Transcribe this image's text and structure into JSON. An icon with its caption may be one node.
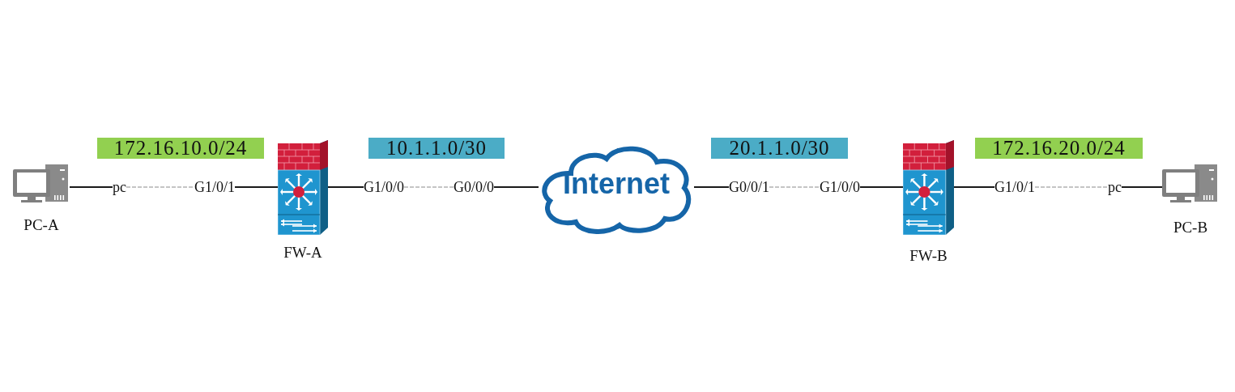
{
  "diagram": {
    "nodes": [
      {
        "text": [
          "172.16.10.0/24"
        ]
      },
      {
        "text": [
          "10.1.1.0/30"
        ]
      },
      {
        "text": [
          "20.1.1.0/30"
        ]
      },
      {
        "text": [
          "172.16.20.0/24"
        ]
      },
      {
        "text": [
          "PC-A"
        ]
      },
      {
        "text": [
          "pc"
        ]
      },
      {
        "text": [
          "G1/0/1"
        ]
      },
      {
        "text": [
          "FW-A"
        ]
      },
      {
        "text": [
          "G1/0/0"
        ]
      },
      {
        "text": [
          "G0/0/0"
        ]
      },
      {
        "text": [
          "Internet"
        ]
      },
      {
        "text": [
          "G0/0/1"
        ]
      },
      {
        "text": [
          "G1/0/0"
        ]
      },
      {
        "text": [
          "FW-B"
        ]
      },
      {
        "text": [
          "G1/0/1"
        ]
      },
      {
        "text": [
          "pc"
        ]
      },
      {
        "text": [
          "PC-B"
        ]
      }
    ],
    "edges": [
      {
        "from": 4,
        "to": 5,
        "arrow": "none"
      },
      {
        "from": 5,
        "to": 6,
        "arrow": "none",
        "style": "dashed",
        "color": "#8c8c8c"
      },
      {
        "from": 6,
        "to": 7,
        "arrow": "none"
      },
      {
        "from": 7,
        "to": 8,
        "arrow": "none"
      },
      {
        "from": 8,
        "to": 9,
        "arrow": "none",
        "style": "dashed",
        "color": "#8c8c8c"
      },
      {
        "from": 9,
        "to": 10,
        "arrow": "none"
      },
      {
        "from": 10,
        "to": 11,
        "arrow": "none"
      },
      {
        "from": 11,
        "to": 12,
        "arrow": "none",
        "style": "dashed",
        "color": "#8c8c8c"
      },
      {
        "from": 12,
        "to": 13,
        "arrow": "none"
      },
      {
        "from": 13,
        "to": 14,
        "arrow": "none"
      },
      {
        "from": 14,
        "to": 15,
        "arrow": "none",
        "style": "dashed",
        "color": "#8c8c8c"
      },
      {
        "from": 15,
        "to": 16,
        "arrow": "none"
      }
    ]
  }
}
